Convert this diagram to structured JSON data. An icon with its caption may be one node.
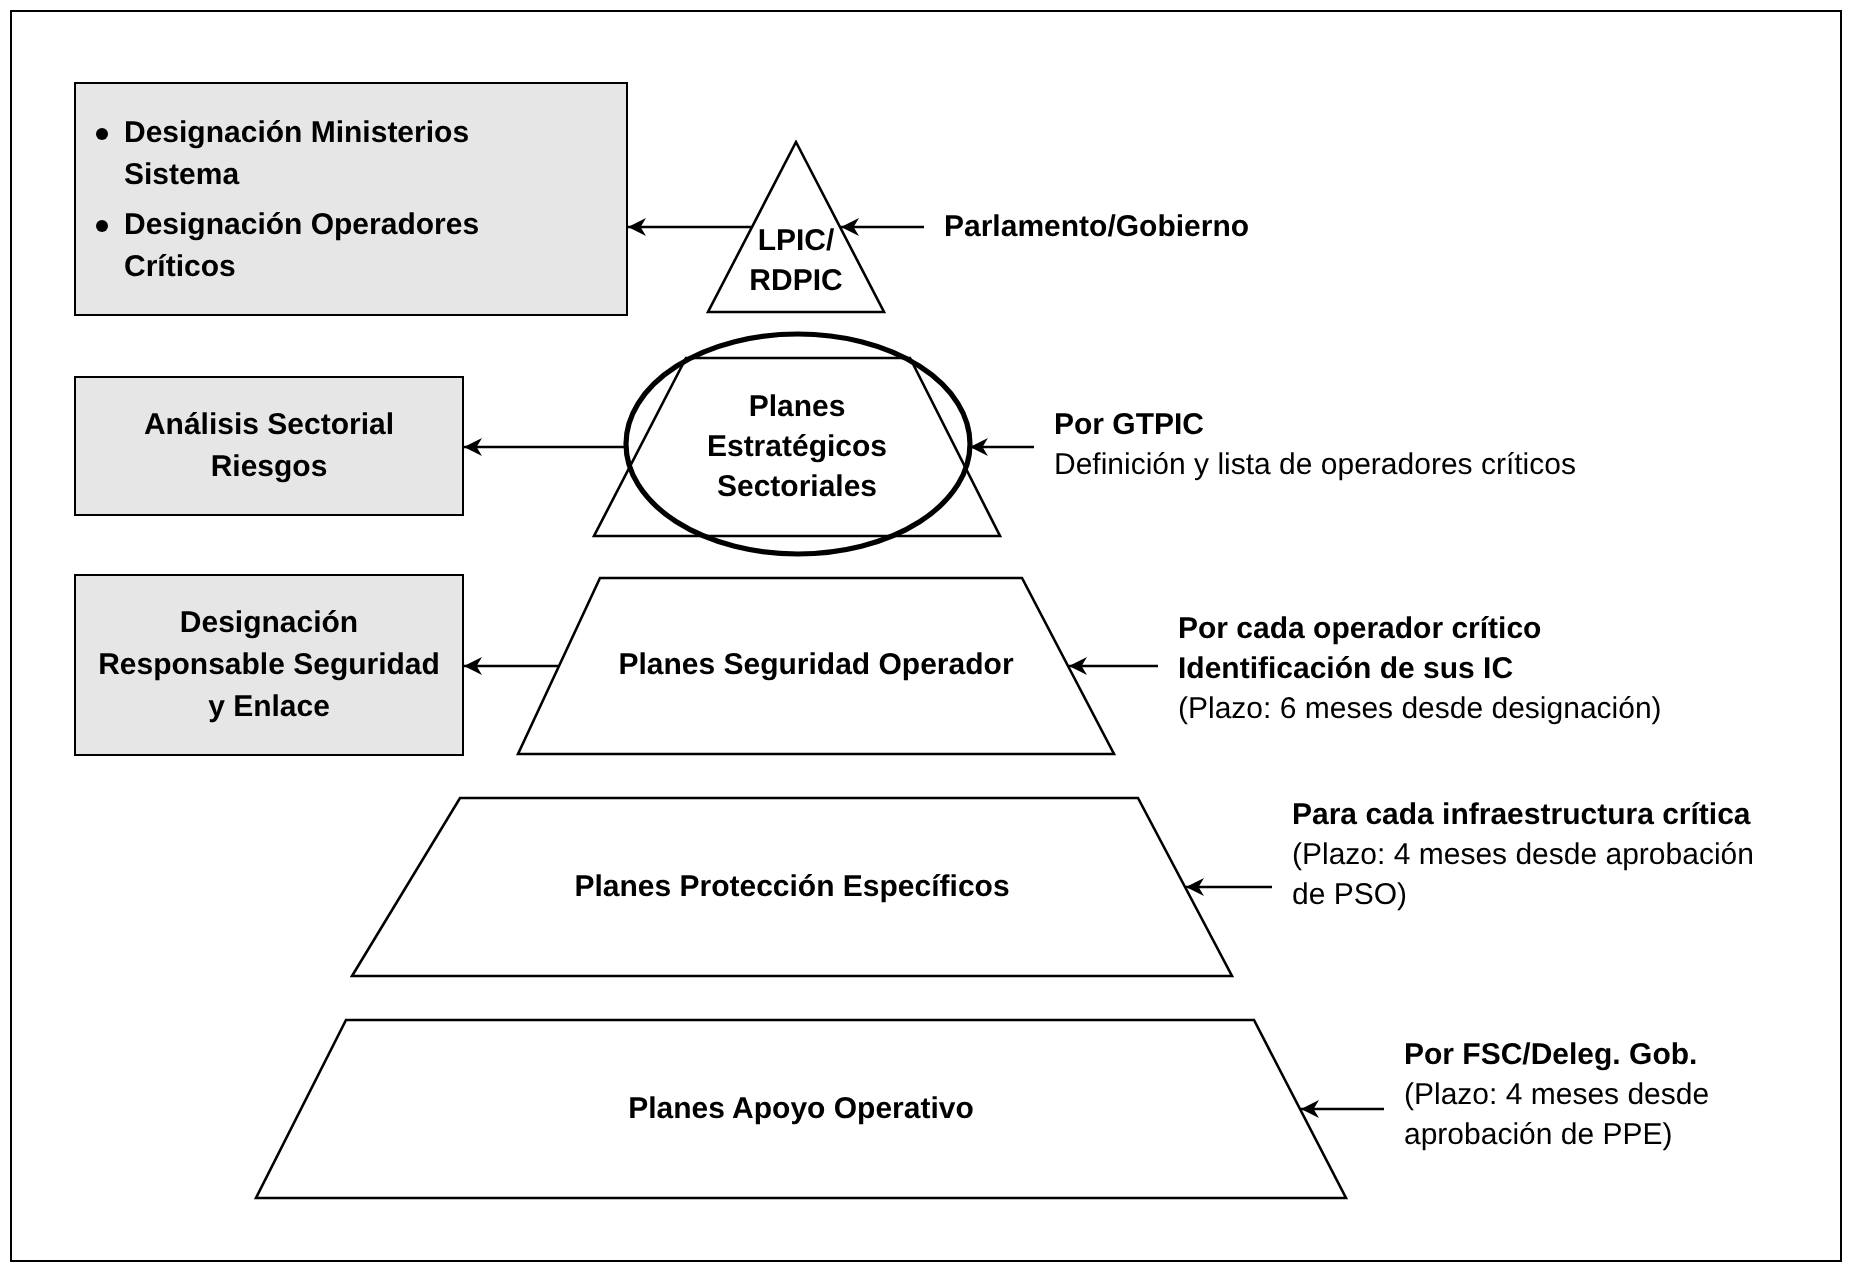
{
  "diagram": {
    "nodes": [
      {
        "text": [
          "Designación Ministerios Sistema",
          "Designación Operadores Críticos"
        ]
      },
      {
        "text": [
          "LPIC/ RDPIC"
        ]
      },
      {
        "text": [
          "Parlamento/Gobierno"
        ]
      },
      {
        "text": [
          "Análisis Sectorial Riesgos"
        ]
      },
      {
        "text": [
          "Planes Estratégicos Sectoriales"
        ]
      },
      {
        "text": [
          "Por GTPIC",
          "Definición y lista de operadores críticos"
        ]
      },
      {
        "text": [
          "Designación Responsable Seguridad y Enlace"
        ]
      },
      {
        "text": [
          "Planes Seguridad Operador"
        ]
      },
      {
        "text": [
          "Por cada operador crítico Identificación de sus IC",
          "(Plazo: 6 meses desde designación)"
        ]
      },
      {
        "text": [
          "Planes Protección Específicos"
        ]
      },
      {
        "text": [
          "**Para cada infraestructura crítica** (Plazo: 4 meses desde aprobación de PSO)"
        ]
      },
      {
        "text": [
          "Planes Apoyo Operativo"
        ]
      },
      {
        "text": [
          "Por FSC/Deleg. Gob.",
          "(Plazo: 4 meses desde aprobación de PPE)"
        ]
      }
    ],
    "edges": [
      {
        "from": 2,
        "to": 1,
        "arrow": "to"
      },
      {
        "from": 1,
        "to": 0,
        "arrow": "to"
      },
      {
        "from": 5,
        "to": 4,
        "arrow": "to"
      },
      {
        "from": 4,
        "to": 3,
        "arrow": "to"
      },
      {
        "from": 8,
        "to": 7,
        "arrow": "to"
      },
      {
        "from": 7,
        "to": 6,
        "arrow": "to"
      },
      {
        "from": 10,
        "to": 9,
        "arrow": "to"
      },
      {
        "from": 12,
        "to": 11,
        "arrow": "to"
      }
    ]
  }
}
